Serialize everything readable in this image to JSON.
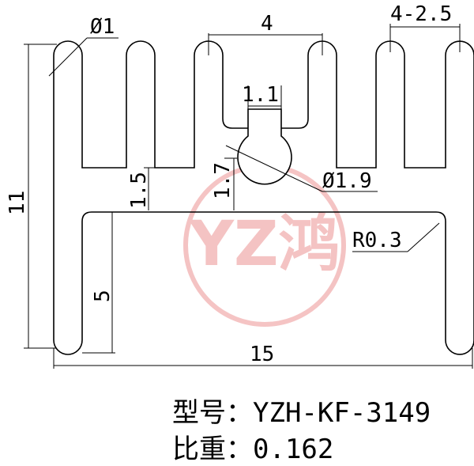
{
  "dimensions": {
    "total_width": "15",
    "total_height": "11",
    "fin_diameter": "Ø1",
    "center_gap": "4",
    "fin_pitch": "4-2.5",
    "slot_width": "1.1",
    "hole_diameter": "Ø1.9",
    "hole_offset": "1.7",
    "base_thickness": "1.5",
    "leg_height": "5",
    "corner_radius": "R0.3"
  },
  "model": {
    "label": "型号：",
    "value": "YZH-KF-3149"
  },
  "weight": {
    "label": "比重：",
    "value": "0.162"
  },
  "watermark": {
    "text": "YZ鸿",
    "color": "#e87c7c"
  },
  "colors": {
    "outline": "#000000",
    "watermark": "#f2b6b6"
  }
}
